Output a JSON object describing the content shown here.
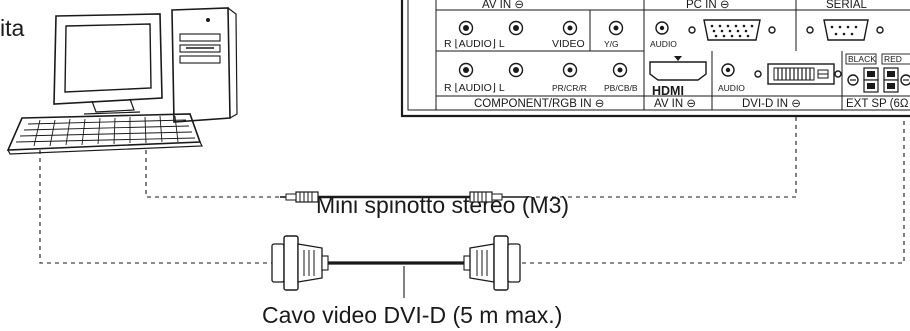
{
  "callouts": {
    "pc_fragment": "ita",
    "mini_plug_cable": "Mini spinotto stereo (M3)",
    "dvi_cable": "Cavo video DVI-D (5 m max.)"
  },
  "panel": {
    "av_in_top": "AV IN ⊖",
    "pc_in": "PC IN ⊖",
    "serial": "SERIAL",
    "r_audio_l_top": "R ⌊AUDIO⌋ L",
    "video": "VIDEO",
    "y_g": "Y/G",
    "audio_pc": "AUDIO",
    "r_audio_l_bottom": "R ⌊AUDIO⌋ L",
    "pr_cr_r": "PR/CR/R",
    "pb_cb_b": "PB/CB/B",
    "hdmi_logo": "HDMI",
    "audio_dvi": "AUDIO",
    "black": "BLACK",
    "red": "RED",
    "component_rgb_in": "COMPONENT/RGB IN ⊖",
    "av_in_hdmi": "AV IN ⊖",
    "dvi_d_in": "DVI-D IN ⊖",
    "ext_sp": "EXT SP (6Ω"
  }
}
